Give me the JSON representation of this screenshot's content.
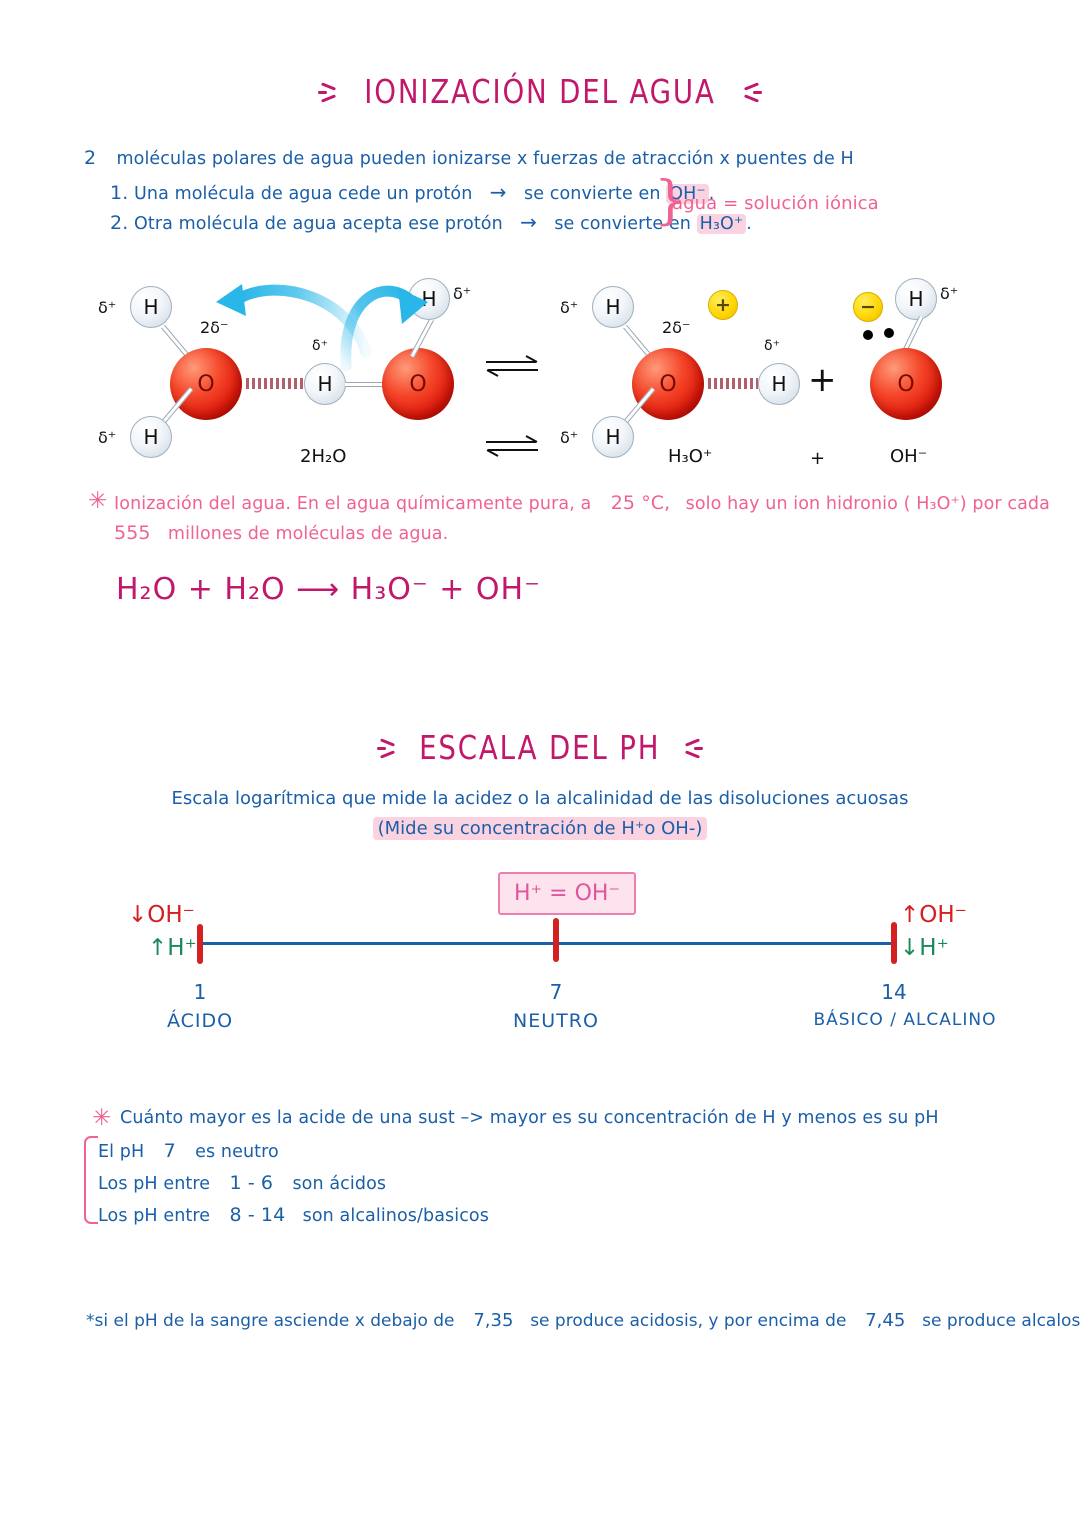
{
  "section1": {
    "title": "IONIZACIÓN DEL AGUA",
    "intro_num": "2",
    "intro": "moléculas polares de agua pueden ionizarse x fuerzas de atracción x puentes de H",
    "step1_num": "1.",
    "step1_a": "Una molécula de agua cede un protón",
    "step1_arrow": "→",
    "step1_b": "se convierte en",
    "step1_species": "OH⁻",
    "step1_end": ".",
    "step2_num": "2.",
    "step2_a": "Otra molécula de agua acepta ese protón",
    "step2_arrow": "→",
    "step2_b": "se convierte en",
    "step2_species": "H₃O⁺",
    "step2_end": ".",
    "side_note": "agua = solución iónica"
  },
  "diagram": {
    "left_labels": {
      "h_top": "H",
      "h_bottom": "H",
      "o": "O",
      "bridge_h": "H",
      "right_h": "H",
      "right_o": "O",
      "delta_plus": "δ⁺",
      "delta_2minus": "2δ⁻",
      "formula": "2H₂O"
    },
    "right_labels": {
      "h_top": "H",
      "h_bottom": "H",
      "o": "O",
      "bridge_h": "H",
      "oh_h": "H",
      "oh_o": "O",
      "delta_plus": "δ⁺",
      "delta_2minus": "2δ⁻",
      "charge_plus": "+",
      "charge_minus": "−",
      "formula_hydronium": "H₃O⁺",
      "plus_sign": "+",
      "formula_hydroxide": "OH⁻"
    }
  },
  "note1": {
    "marker": "✳",
    "l1_a": "Ionización del agua. En el agua químicamente pura, a",
    "l1_temp": "25 °C,",
    "l1_b": "solo hay un ion hidronio ( H₃O⁺) por cada",
    "l2_num": "555",
    "l2_b": "millones de moléculas de agua."
  },
  "equation": {
    "text": "H₂O + H₂O ⟶ H₃O⁻ + OH⁻"
  },
  "section2": {
    "title": "ESCALA DEL PH",
    "subtitle": "Escala logarítmica que mide la acidez o la alcalinidad de las disoluciones acuosas",
    "subtitle_highlight": "(Mide su concentración de H⁺o OH-)"
  },
  "ph_scale": {
    "equal_box": "H⁺ = OH⁻",
    "left_top": "↓OH⁻",
    "left_bottom": "↑H⁺",
    "right_top": "↑OH⁻",
    "right_bottom": "↓H⁺",
    "ticks": [
      {
        "value": "1",
        "label": "ÁCIDO"
      },
      {
        "value": "7",
        "label": "NEUTRO"
      },
      {
        "value": "14",
        "label": "BÁSICO / ALCALINO"
      }
    ]
  },
  "chart_data": {
    "type": "line",
    "title": "Escala del pH",
    "xlabel": "pH",
    "xlim": [
      1,
      14
    ],
    "categories": [
      "1",
      "7",
      "14"
    ],
    "values": [
      1,
      7,
      14
    ],
    "annotations": [
      {
        "x": "1",
        "label": "ÁCIDO",
        "ion_up": "H⁺",
        "ion_down": "OH⁻"
      },
      {
        "x": "7",
        "label": "NEUTRO",
        "note": "H⁺ = OH⁻"
      },
      {
        "x": "14",
        "label": "BÁSICO / ALCALINO",
        "ion_up": "OH⁻",
        "ion_down": "H⁺"
      }
    ],
    "grid": false,
    "legend": "none"
  },
  "note2": {
    "marker": "✳",
    "l1": "Cuánto mayor es la acide de una sust –> mayor es su concentración de H y menos es su pH",
    "l2_a": "El pH",
    "l2_num": "7",
    "l2_b": "es neutro",
    "l3_a": "Los pH entre",
    "l3_num": "1 - 6",
    "l3_b": "son ácidos",
    "l4_a": "Los pH entre",
    "l4_num": "8 - 14",
    "l4_b": "son alcalinos/basicos"
  },
  "footnote": {
    "a": "*si el pH de la sangre asciende x debajo de",
    "v1": "7,35",
    "b": "se produce acidosis, y por encima de",
    "v2": "7,45",
    "c": "se produce alcalosis"
  },
  "colors": {
    "title": "#C2186B",
    "body_blue": "#1B5FA8",
    "pink": "#F06292",
    "red": "#D32020",
    "green": "#1B8A5A",
    "highlight": "#FBD3E0",
    "oxygen": "#E01B0C",
    "hydrogen": "#E8EEF4",
    "arrow_blue": "#29B6E8",
    "charge_yellow": "#FFD400"
  }
}
